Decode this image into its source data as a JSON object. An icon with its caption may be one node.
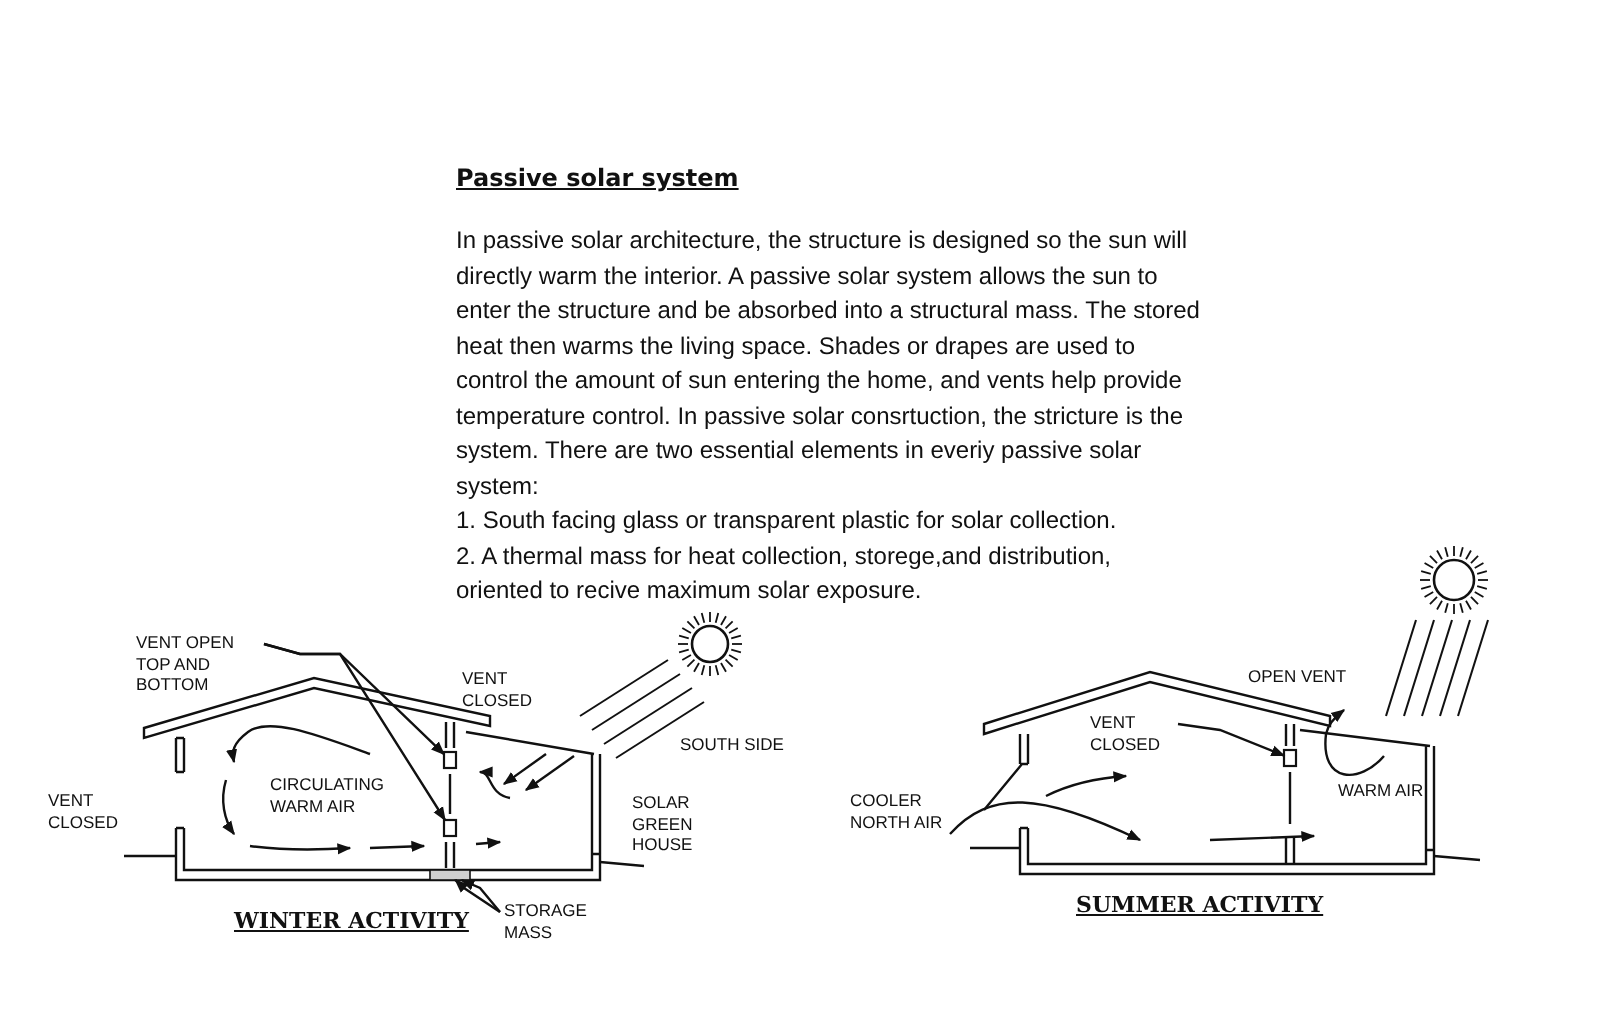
{
  "diagram": {
    "title": "Passive solar system",
    "nodes": [
      {
        "text": [
          "VENT OPEN TOP AND BOTTOM"
        ]
      },
      {
        "text": [],
        "shape": "box"
      },
      {
        "text": [],
        "shape": "box"
      },
      {
        "text": [
          "STORAGE MASS"
        ]
      },
      {
        "text": [
          "VENT CLOSED"
        ]
      },
      {
        "text": [],
        "shape": "box"
      },
      {
        "text": [],
        "shape": "bar"
      }
    ],
    "edges": [
      {
        "from": 0,
        "to": 1,
        "arrow": "to"
      },
      {
        "from": 0,
        "to": 2,
        "arrow": "to"
      },
      {
        "from": 3,
        "to": 6,
        "arrow": "to"
      },
      {
        "from": 3,
        "to": 6,
        "arrow": "to"
      },
      {
        "from": 4,
        "to": 5,
        "arrow": "to"
      }
    ],
    "labels": [
      "In passive solar architecture, the structure is designed so the sun will directly warm the interior. A passive solar system allows the sun to enter the structure and be absorbed into a structural mass. The stored heat then warms the living space. Shades or drapes are used to control the amount of sun entering the home, and vents help provide temperature control. In passive solar consrtuction, the stricture is the system. There are two essential elements in everiy passive solar system:",
      "1. South facing glass or transparent plastic for solar collection.",
      "2. A thermal mass for heat collection, storege,and distribution, oriented to recive maximum solar exposure.",
      "VENT CLOSED",
      "VENT CLOSED",
      "CIRCULATING WARM AIR",
      "SOUTH SIDE",
      "SOLAR GREEN HOUSE",
      "WINTER ACTIVITY",
      "OPEN VENT",
      "COOLER NORTH AIR",
      "WARM AIR",
      "SUMMER ACTIVITY"
    ]
  }
}
